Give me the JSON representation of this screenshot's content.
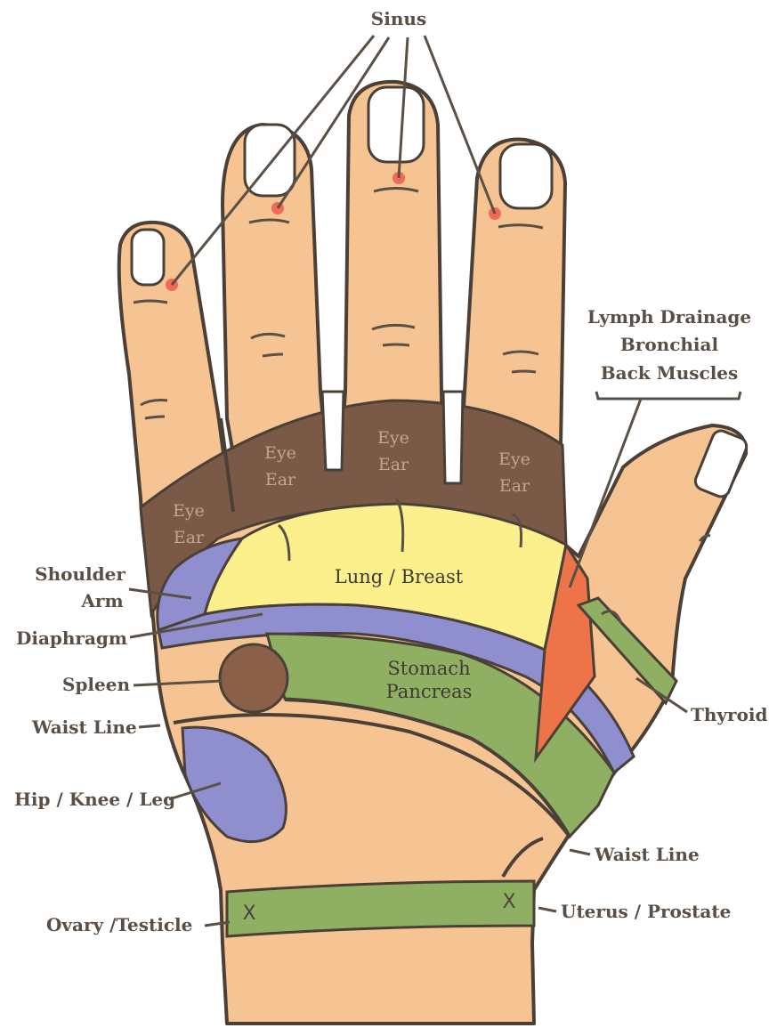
{
  "colors": {
    "skin": "#f6c492",
    "skin_dark": "#f0b57f",
    "outline": "#4a4038",
    "eye_ear_band": "#7a5a46",
    "lung": "#fbf08c",
    "blue": "#8f8fcf",
    "green": "#8fb063",
    "spleen": "#8a6048",
    "thyroid_red": "#ec7448",
    "sinus_dot": "#f06a5a",
    "label_text": "#5a4e45"
  },
  "labels": {
    "sinus": "Sinus",
    "lymph": "Lymph Drainage",
    "bronchial": "Bronchial",
    "back": "Back Muscles",
    "shoulder": "Shoulder",
    "arm": "Arm",
    "diaphragm": "Diaphragm",
    "spleen": "Spleen",
    "waist_left": "Waist Line",
    "hip": "Hip / Knee / Leg",
    "ovary": "Ovary /Testicle",
    "thyroid": "Thyroid",
    "waist_right": "Waist Line",
    "uterus": "Uterus / Prostate"
  },
  "zones": {
    "eye": "Eye",
    "ear": "Ear",
    "lung": "Lung / Breast",
    "stomach": "Stomach",
    "pancreas": "Pancreas",
    "x_mark": "X"
  }
}
